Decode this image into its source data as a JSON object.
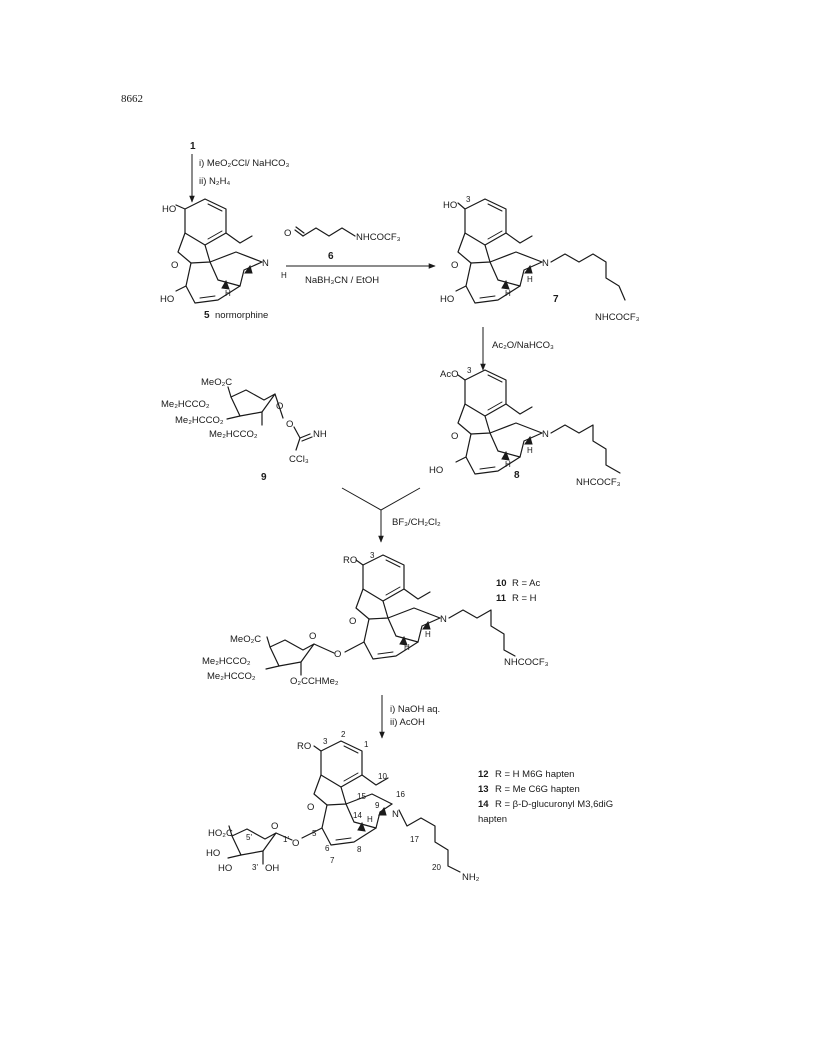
{
  "page_number": "8662",
  "step1": {
    "start_compound": "1",
    "reagent_i": "i) MeO₂CCl/ NaHCO₃",
    "reagent_ii": "ii) N₂H₄"
  },
  "compound5": {
    "number": "5",
    "name": "normorphine",
    "labels": [
      "HO",
      "O",
      "HO",
      "N",
      "H",
      "H"
    ]
  },
  "aldehyde6": {
    "number": "6",
    "labels": [
      "O",
      "NHCOCF₃"
    ]
  },
  "step2": {
    "reagent": "NaBH₃CN / EtOH"
  },
  "compound7": {
    "number": "7",
    "labels": [
      "HO",
      "3",
      "O",
      "HO",
      "N",
      "H",
      "H",
      "NHCOCF₃"
    ]
  },
  "step3": {
    "reagent": "Ac₂O/NaHCO₃"
  },
  "compound8": {
    "number": "8",
    "labels": [
      "AcO",
      "3",
      "O",
      "HO",
      "N",
      "H",
      "H",
      "NHCOCF₃"
    ]
  },
  "compound9": {
    "number": "9",
    "labels": [
      "MeO₂C",
      "Me₂HCCO₂",
      "Me₂HCCO₂",
      "Me₂HCCO₂",
      "O",
      "O",
      "NH",
      "CCl₃"
    ]
  },
  "step4": {
    "reagent": "BF₃/CH₂Cl₂"
  },
  "compound10_11": {
    "legend": [
      {
        "number": "10",
        "text": "R = Ac"
      },
      {
        "number": "11",
        "text": "R = H"
      }
    ],
    "labels": [
      "RO",
      "3",
      "O",
      "O",
      "N",
      "H",
      "H",
      "MeO₂C",
      "Me₂HCCO₂",
      "Me₂HCCO₂",
      "O",
      "O₂CCHMe₂",
      "NHCOCF₃"
    ]
  },
  "step5": {
    "reagent_i": "i) NaOH aq.",
    "reagent_ii": "ii) AcOH"
  },
  "haptens": {
    "legend": [
      {
        "number": "12",
        "text": "R = H     M6G hapten"
      },
      {
        "number": "13",
        "text": "R = Me  C6G hapten"
      },
      {
        "number": "14",
        "text": "R = β-D-glucuronyl M3,6diG"
      },
      {
        "number": "",
        "text": "hapten"
      }
    ],
    "labels": [
      "RO",
      "3",
      "2",
      "1",
      "10",
      "15",
      "16",
      "9",
      "14",
      "O",
      "5",
      "6",
      "7",
      "8",
      "N",
      "H",
      "17",
      "20",
      "NH₂",
      "HO₂C",
      "5'",
      "1'",
      "HO",
      "HO",
      "3'",
      "OH",
      "O",
      "O"
    ]
  }
}
